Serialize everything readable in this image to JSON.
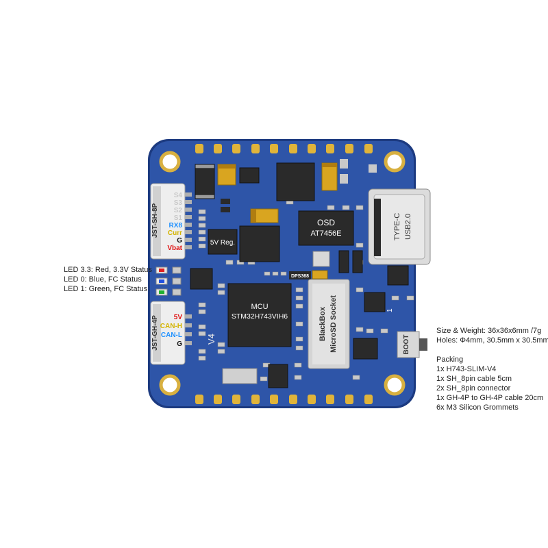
{
  "board": {
    "mcu_label": "MCU",
    "mcu_part": "STM32H743VIH6",
    "osd_label": "OSD",
    "osd_part": "AT7456E",
    "regulator": "5V Reg.",
    "baro": "DPS368",
    "sd_socket_line1": "BlackBox",
    "sd_socket_line2": "MicroSD Socket",
    "usb_line1": "TYPE-C",
    "usb_line2": "USB2.0",
    "version": "V4",
    "boot": "BOOT",
    "pin1_mark": "1"
  },
  "connector_8p": {
    "name": "JST-SH-8P",
    "pins": [
      {
        "label": "S4",
        "color": "#c9c9c9"
      },
      {
        "label": "S3",
        "color": "#c9c9c9"
      },
      {
        "label": "S2",
        "color": "#c9c9c9"
      },
      {
        "label": "S1",
        "color": "#c9c9c9"
      },
      {
        "label": "RX8",
        "color": "#1e90ff"
      },
      {
        "label": "Curr",
        "color": "#d4b400"
      },
      {
        "label": "G",
        "color": "#111111"
      },
      {
        "label": "Vbat",
        "color": "#e01010"
      }
    ]
  },
  "connector_4p": {
    "name": "JST-GH-4P",
    "pins": [
      {
        "label": "5V",
        "color": "#e01010"
      },
      {
        "label": "CAN-H",
        "color": "#d4b400"
      },
      {
        "label": "CAN-L",
        "color": "#1e90ff"
      },
      {
        "label": "G",
        "color": "#111111"
      }
    ]
  },
  "leds": [
    {
      "text": "LED 3.3: Red, 3.3V Status",
      "color": "#e02020"
    },
    {
      "text": "LED 0: Blue, FC Status",
      "color": "#2050e0"
    },
    {
      "text": "LED 1: Green, FC Status",
      "color": "#20b030"
    }
  ],
  "specs": {
    "size_weight": "Size & Weight: 36x36x6mm /7g",
    "holes": "Holes: Φ4mm, 30.5mm x 30.5mm"
  },
  "packing": {
    "title": "Packing",
    "items": [
      "1x H743-SLIM-V4",
      "1x SH_8pin cable 5cm",
      "2x SH_8pin connector",
      "1x GH-4P to GH-4P cable 20cm",
      "6x M3 Silicon Grommets"
    ]
  },
  "colors": {
    "pcb": "#2b4d9c",
    "pcb_edge": "#1c3a80",
    "pad_gold": "#e0b43a",
    "chip": "#2b2b2b"
  }
}
